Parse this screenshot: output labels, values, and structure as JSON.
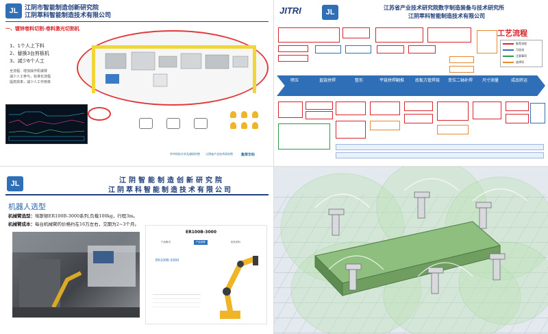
{
  "panel1": {
    "org_line1": "江阴市智能制造创新研究院",
    "org_line2": "江阴萃科智能制造技术有限公司",
    "section_title": "一、镀锌卷料切割-卷料激光切割机",
    "list": [
      "1、1个人上下料",
      "2、替换3台剪板机",
      "3、减少6个人工"
    ],
    "notes": [
      "全流程：增加操作机械臂",
      "减少人工参与，标准化流程",
      "提高效率，减少人工作用率"
    ],
    "footer_logos": [
      "华中科技大学无锡研究院",
      "江阴省产业技术研究院",
      "集萃华科"
    ]
  },
  "panel2": {
    "brand": "JITRI",
    "org_line1": "江苏省产业技术研究院数字制造装备与技术研究所",
    "org_line2": "江阴萃科智能制造技术有限公司",
    "process_label": "工艺流程",
    "legend": [
      {
        "label": "推荐流程",
        "color": "#d8232a"
      },
      {
        "label": "可选流",
        "color": "#2e6fb7"
      },
      {
        "label": "注意事项",
        "color": "#2a9a4a"
      },
      {
        "label": "选择项",
        "color": "#e6892e"
      }
    ],
    "steps": [
      "喷压",
      "直链拼焊",
      "整形",
      "平链拼焊翻推",
      "底板方管焊接",
      "变位二轴补焊",
      "尺寸测量",
      "成品转运"
    ]
  },
  "panel3": {
    "org_line1": "江阴智能制造创新研究院",
    "org_line2": "江阴萃科智能制造技术有限公司",
    "title": "机器人选型",
    "spec_model_label": "机械臂选型：",
    "spec_model_value": "埃斯顿ER100B-3000系列,负载100kg，行程3m。",
    "spec_cost_label": "机械臂成本：",
    "spec_cost_value": "每台机械臂的价格约在16万左右，交期为2~3个月。",
    "web_title": "ER100B-3000",
    "web_tabs": [
      "产品概况",
      "产品参数",
      "相关资料"
    ],
    "web_model": "ER100B-3000"
  },
  "colors": {
    "brand_blue": "#1f3e7a",
    "accent_red": "#d8232a",
    "band_blue": "#2e6fb7",
    "robot_yellow": "#f0b429"
  }
}
